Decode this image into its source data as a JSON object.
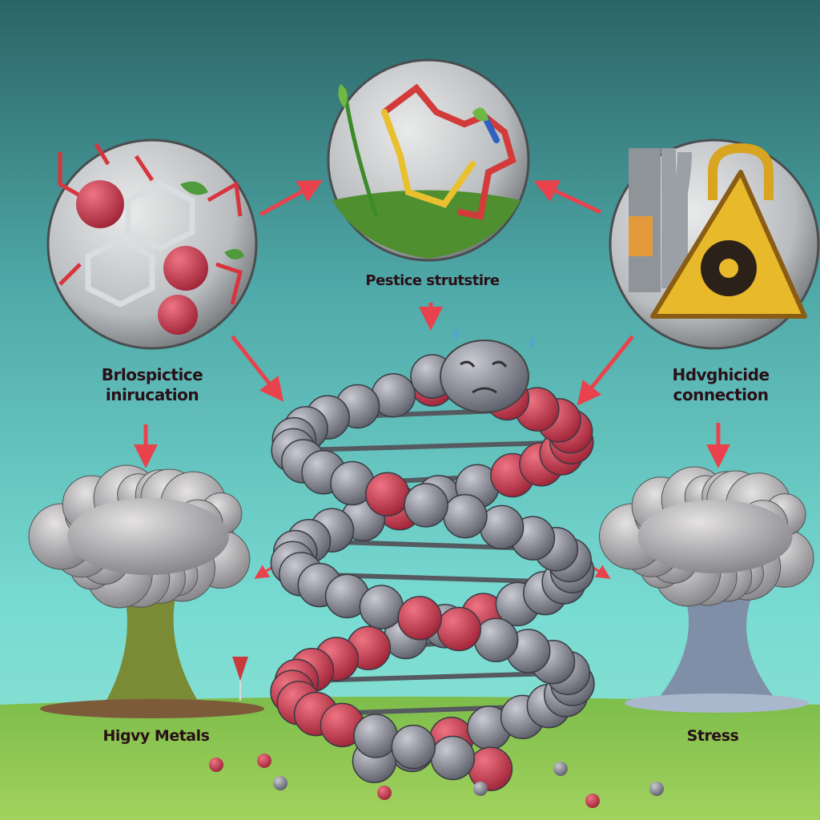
{
  "labels": {
    "top": "Pestice strutstire",
    "left": "Brlospictice inirucation",
    "right": "Hdvghicide connection",
    "bottom_left": "Higvy Metals",
    "bottom_right": "Stress"
  },
  "colors": {
    "sky_top": "#2b6466",
    "sky_mid": "#74d9d2",
    "grass": "#86c552",
    "arrow": "#e8434d",
    "bead_red": "#c8354a",
    "bead_gray": "#8a8c97",
    "hazard": "#e7b92b"
  }
}
